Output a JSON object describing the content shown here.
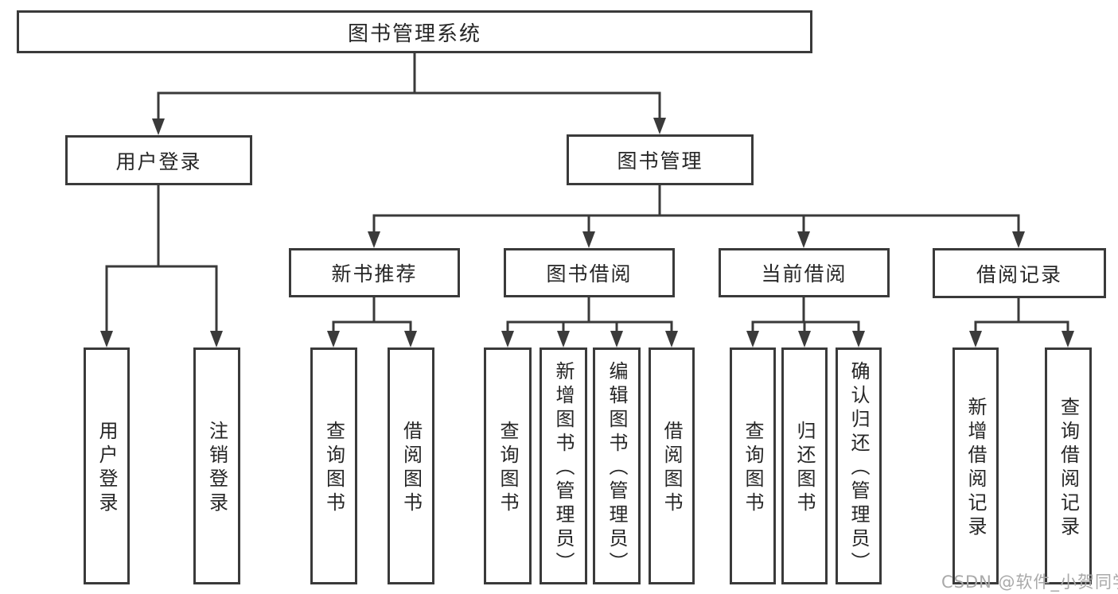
{
  "tree": {
    "root": {
      "label": "图书管理系统"
    },
    "branches": {
      "login": {
        "label": "用户登录",
        "children": [
          {
            "label": "用户登录"
          },
          {
            "label": "注销登录"
          }
        ]
      },
      "management": {
        "label": "图书管理",
        "groups": [
          {
            "label": "新书推荐",
            "children": [
              {
                "label": "查询图书"
              },
              {
                "label": "借阅图书"
              }
            ]
          },
          {
            "label": "图书借阅",
            "children": [
              {
                "label": "查询图书"
              },
              {
                "label": "新增图书（管理员）"
              },
              {
                "label": "编辑图书（管理员）"
              },
              {
                "label": "借阅图书"
              }
            ]
          },
          {
            "label": "当前借阅",
            "children": [
              {
                "label": "查询图书"
              },
              {
                "label": "归还图书"
              },
              {
                "label": "确认归还（管理员）"
              }
            ]
          },
          {
            "label": "借阅记录",
            "children": [
              {
                "label": "新增借阅记录"
              },
              {
                "label": "查询借阅记录"
              }
            ]
          }
        ]
      }
    }
  },
  "watermark": "CSDN @软件_小贺同学",
  "colors": {
    "line": "#3a3a3a",
    "text": "#262626",
    "background": "#ffffff",
    "watermark": "#a9a9a9"
  }
}
